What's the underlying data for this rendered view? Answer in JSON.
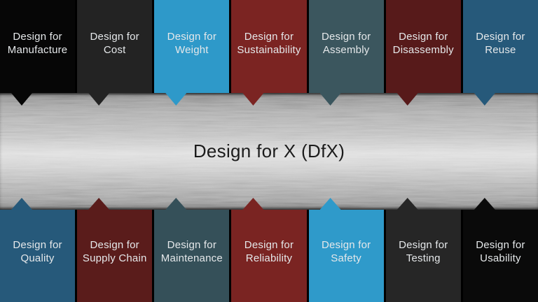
{
  "band": {
    "title": "Design for X (DfX)",
    "title_color": "#1c1c1c",
    "metal_base_color": "#bfbfbf"
  },
  "top_row": {
    "items": [
      {
        "line1": "Design for",
        "line2": "Manufacture",
        "color": "#060606"
      },
      {
        "line1": "Design for",
        "line2": "Cost",
        "color": "#232323"
      },
      {
        "line1": "Design for",
        "line2": "Weight",
        "color": "#2e99c9"
      },
      {
        "line1": "Design for",
        "line2": "Sustainability",
        "color": "#7b2422"
      },
      {
        "line1": "Design for",
        "line2": "Assembly",
        "color": "#3b565e"
      },
      {
        "line1": "Design for",
        "line2": "Disassembly",
        "color": "#571a1a"
      },
      {
        "line1": "Design for",
        "line2": "Reuse",
        "color": "#26597a"
      }
    ]
  },
  "bottom_row": {
    "items": [
      {
        "line1": "Design for",
        "line2": "Quality",
        "color": "#26597a"
      },
      {
        "line1": "Design for",
        "line2": "Supply Chain",
        "color": "#5a1c1b"
      },
      {
        "line1": "Design for",
        "line2": "Maintenance",
        "color": "#355059"
      },
      {
        "line1": "Design for",
        "line2": "Reliability",
        "color": "#7a2422"
      },
      {
        "line1": "Design for",
        "line2": "Safety",
        "color": "#2f9aca"
      },
      {
        "line1": "Design for",
        "line2": "Testing",
        "color": "#262626"
      },
      {
        "line1": "Design for",
        "line2": "Usability",
        "color": "#0a0a0a"
      }
    ]
  },
  "label_text_color": "#e5e8ea"
}
